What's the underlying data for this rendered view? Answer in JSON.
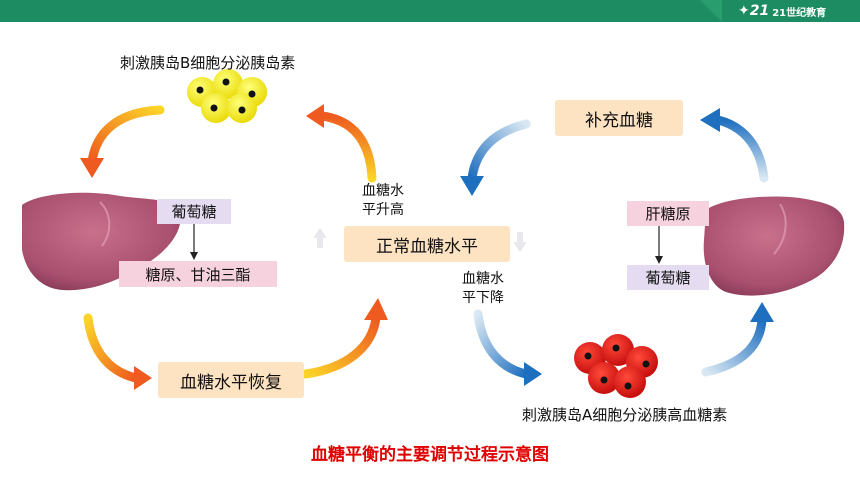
{
  "header": {
    "logo_text": "21世纪教育"
  },
  "left": {
    "beta_label": "刺激胰岛B细胞分泌胰岛素",
    "glucose_box": "葡萄糖",
    "storage_box": "糖原、甘油三酯",
    "recover_box": "血糖水平恢复"
  },
  "center": {
    "rise_label_1": "血糖水",
    "rise_label_2": "平升高",
    "normal_box": "正常血糖水平",
    "fall_label_1": "血糖水",
    "fall_label_2": "平下降"
  },
  "right": {
    "supplement_box": "补充血糖",
    "glycogen_box": "肝糖原",
    "glucose_box": "葡萄糖",
    "alpha_label": "刺激胰岛A细胞分泌胰高血糖素"
  },
  "caption": "血糖平衡的主要调节过程示意图",
  "colors": {
    "warm_arrow": "#f07a22",
    "cool_arrow": "#2a83c8",
    "caption": "#e00000",
    "header": "#1e8c63"
  }
}
